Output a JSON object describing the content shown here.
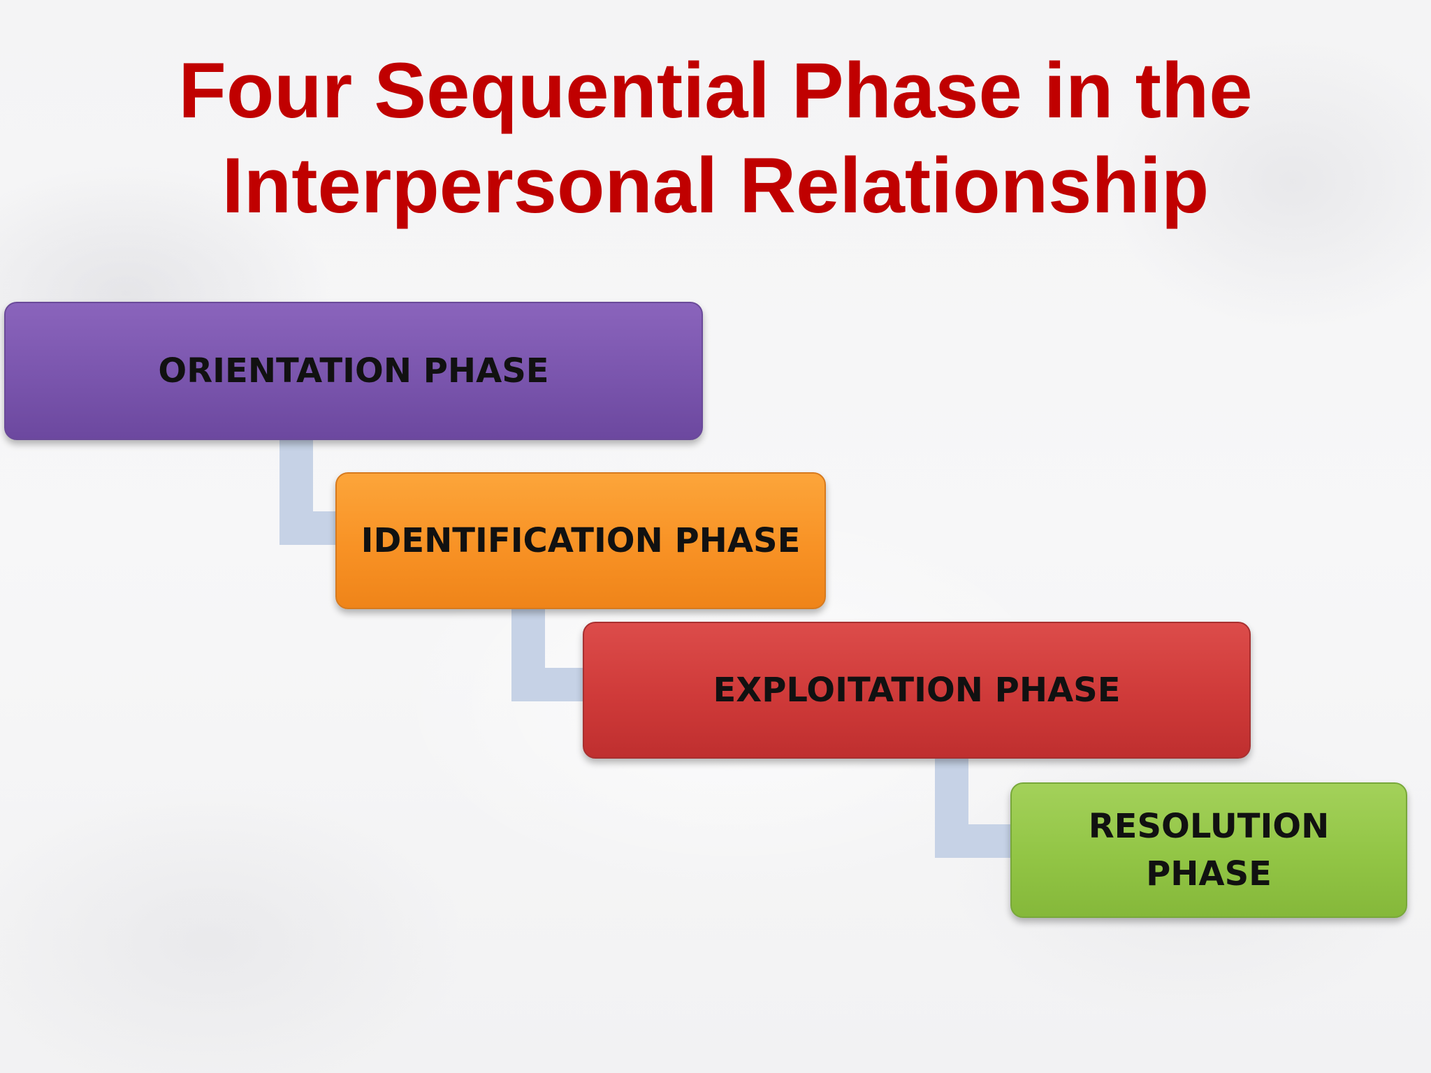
{
  "slide": {
    "title_line1": "Four Sequential Phase in the",
    "title_line2": "Interpersonal Relationship"
  },
  "phases": [
    {
      "label": "ORIENTATION PHASE",
      "color": "#7a55ad"
    },
    {
      "label": "IDENTIFICATION PHASE",
      "color": "#f89225"
    },
    {
      "label": "EXPLOITATION PHASE",
      "color": "#cf3a39"
    },
    {
      "label": "RESOLUTION PHASE",
      "color": "#92c545"
    }
  ],
  "colors": {
    "title": "#c00000",
    "connector": "#c6d2e6"
  }
}
